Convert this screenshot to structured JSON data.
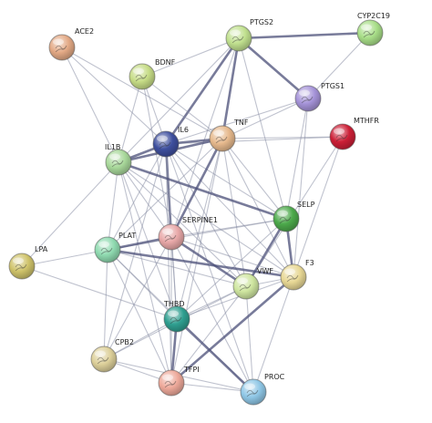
{
  "network": {
    "nodes": [
      {
        "id": "ACE2",
        "label": "ACE2",
        "color": "#e3a985"
      },
      {
        "id": "BDNF",
        "label": "BDNF",
        "color": "#c6dc86"
      },
      {
        "id": "PTGS2",
        "label": "PTGS2",
        "color": "#c0e08e"
      },
      {
        "id": "CYP2C19",
        "label": "CYP2C19",
        "color": "#a8de88"
      },
      {
        "id": "PTGS1",
        "label": "PTGS1",
        "color": "#a593d8"
      },
      {
        "id": "MTHFR",
        "label": "MTHFR",
        "color": "#cc1f36"
      },
      {
        "id": "IL6",
        "label": "IL6",
        "color": "#3e4f9e"
      },
      {
        "id": "TNF",
        "label": "TNF",
        "color": "#e6b98d"
      },
      {
        "id": "IL1B",
        "label": "IL1B",
        "color": "#a8d89a"
      },
      {
        "id": "SELP",
        "label": "SELP",
        "color": "#4ca94b"
      },
      {
        "id": "SERPINE1",
        "label": "SERPINE1",
        "color": "#e8a8a8"
      },
      {
        "id": "PLAT",
        "label": "PLAT",
        "color": "#8fdab0"
      },
      {
        "id": "LPA",
        "label": "LPA",
        "color": "#cfc36a"
      },
      {
        "id": "F3",
        "label": "F3",
        "color": "#e8d895"
      },
      {
        "id": "VWF",
        "label": "VWF",
        "color": "#cfe6a0"
      },
      {
        "id": "THBD",
        "label": "THBD",
        "color": "#2f9f90"
      },
      {
        "id": "CPB2",
        "label": "CPB2",
        "color": "#ddd09a"
      },
      {
        "id": "TFPI",
        "label": "TFPI",
        "color": "#eea99a"
      },
      {
        "id": "PROC",
        "label": "PROC",
        "color": "#8fc7e6"
      }
    ],
    "edges": [
      [
        "PTGS2",
        "CYP2C19"
      ],
      [
        "PTGS1",
        "CYP2C19"
      ],
      [
        "PTGS2",
        "PTGS1"
      ],
      [
        "PTGS2",
        "IL6"
      ],
      [
        "PTGS2",
        "IL1B"
      ],
      [
        "PTGS2",
        "TNF"
      ],
      [
        "PTGS2",
        "BDNF"
      ],
      [
        "PTGS2",
        "SELP"
      ],
      [
        "PTGS2",
        "SERPINE1"
      ],
      [
        "PTGS1",
        "IL6"
      ],
      [
        "PTGS1",
        "TNF"
      ],
      [
        "PTGS1",
        "SELP"
      ],
      [
        "PTGS1",
        "F3"
      ],
      [
        "MTHFR",
        "IL6"
      ],
      [
        "MTHFR",
        "TNF"
      ],
      [
        "MTHFR",
        "F3"
      ],
      [
        "MTHFR",
        "VWF"
      ],
      [
        "BDNF",
        "IL6"
      ],
      [
        "BDNF",
        "TNF"
      ],
      [
        "BDNF",
        "IL1B"
      ],
      [
        "BDNF",
        "SERPINE1"
      ],
      [
        "ACE2",
        "IL6"
      ],
      [
        "ACE2",
        "TNF"
      ],
      [
        "ACE2",
        "IL1B"
      ],
      [
        "IL6",
        "TNF"
      ],
      [
        "IL6",
        "IL1B"
      ],
      [
        "IL6",
        "SELP"
      ],
      [
        "IL6",
        "SERPINE1"
      ],
      [
        "IL6",
        "PLAT"
      ],
      [
        "IL6",
        "F3"
      ],
      [
        "IL6",
        "VWF"
      ],
      [
        "IL6",
        "THBD"
      ],
      [
        "IL6",
        "CPB2"
      ],
      [
        "IL6",
        "TFPI"
      ],
      [
        "IL6",
        "PROC"
      ],
      [
        "TNF",
        "IL1B"
      ],
      [
        "TNF",
        "SELP"
      ],
      [
        "TNF",
        "SERPINE1"
      ],
      [
        "TNF",
        "PLAT"
      ],
      [
        "TNF",
        "F3"
      ],
      [
        "TNF",
        "VWF"
      ],
      [
        "TNF",
        "THBD"
      ],
      [
        "TNF",
        "TFPI"
      ],
      [
        "IL1B",
        "SELP"
      ],
      [
        "IL1B",
        "SERPINE1"
      ],
      [
        "IL1B",
        "PLAT"
      ],
      [
        "IL1B",
        "F3"
      ],
      [
        "IL1B",
        "VWF"
      ],
      [
        "IL1B",
        "THBD"
      ],
      [
        "IL1B",
        "TFPI"
      ],
      [
        "IL1B",
        "LPA"
      ],
      [
        "SELP",
        "SERPINE1"
      ],
      [
        "SELP",
        "PLAT"
      ],
      [
        "SELP",
        "VWF"
      ],
      [
        "SELP",
        "F3"
      ],
      [
        "SELP",
        "THBD"
      ],
      [
        "SERPINE1",
        "PLAT"
      ],
      [
        "SERPINE1",
        "VWF"
      ],
      [
        "SERPINE1",
        "F3"
      ],
      [
        "SERPINE1",
        "THBD"
      ],
      [
        "SERPINE1",
        "TFPI"
      ],
      [
        "SERPINE1",
        "PROC"
      ],
      [
        "SERPINE1",
        "CPB2"
      ],
      [
        "PLAT",
        "LPA"
      ],
      [
        "PLAT",
        "VWF"
      ],
      [
        "PLAT",
        "F3"
      ],
      [
        "PLAT",
        "THBD"
      ],
      [
        "PLAT",
        "TFPI"
      ],
      [
        "PLAT",
        "CPB2"
      ],
      [
        "PLAT",
        "PROC"
      ],
      [
        "LPA",
        "THBD"
      ],
      [
        "VWF",
        "F3"
      ],
      [
        "VWF",
        "THBD"
      ],
      [
        "VWF",
        "TFPI"
      ],
      [
        "VWF",
        "PROC"
      ],
      [
        "VWF",
        "CPB2"
      ],
      [
        "F3",
        "THBD"
      ],
      [
        "F3",
        "TFPI"
      ],
      [
        "F3",
        "PROC"
      ],
      [
        "THBD",
        "CPB2"
      ],
      [
        "THBD",
        "TFPI"
      ],
      [
        "THBD",
        "PROC"
      ],
      [
        "CPB2",
        "TFPI"
      ],
      [
        "CPB2",
        "PROC"
      ],
      [
        "TFPI",
        "PROC"
      ]
    ]
  }
}
